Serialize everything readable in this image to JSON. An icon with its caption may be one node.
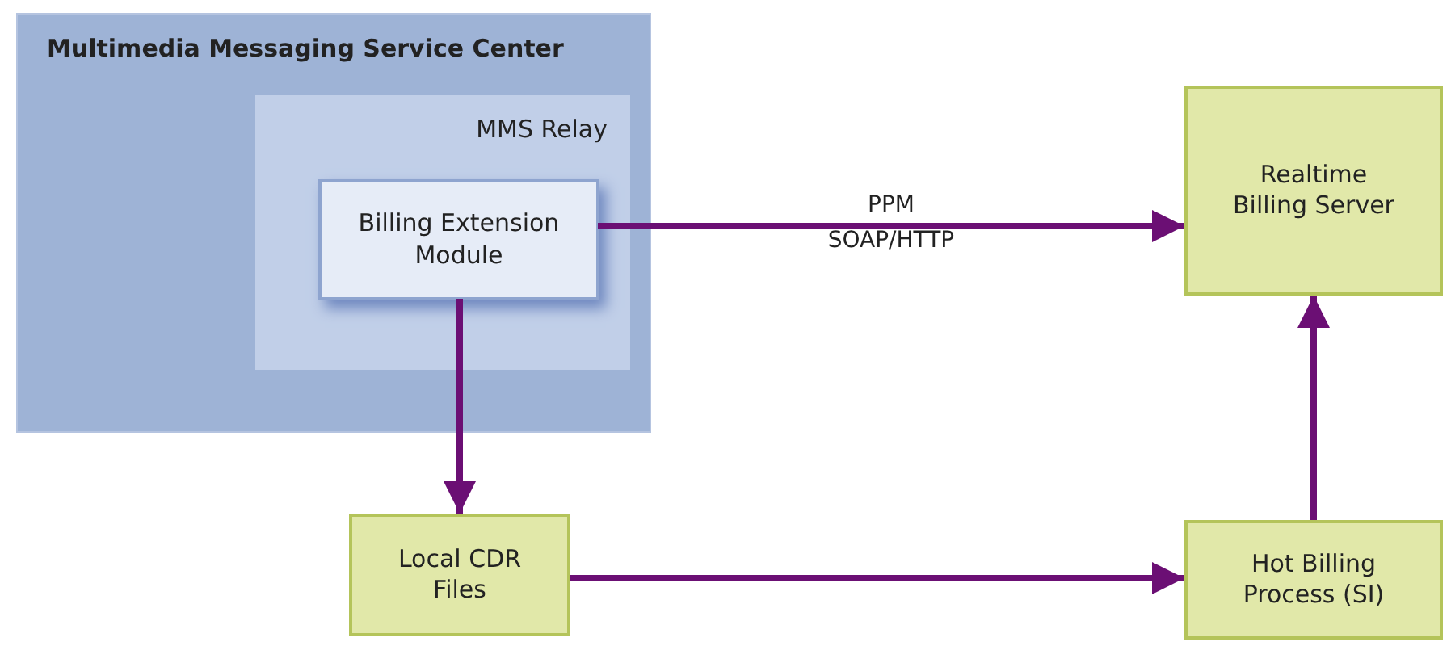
{
  "diagram": {
    "nodes": [
      {
        "text": [
          "Multimedia Messaging Service Center"
        ]
      },
      {
        "text": [
          "MMS Relay"
        ],
        "in": 0
      },
      {
        "text": [
          "Billing Extension Module"
        ],
        "in": 1
      },
      {
        "text": [
          "Realtime Billing Server"
        ]
      },
      {
        "text": [
          "Local CDR Files"
        ]
      },
      {
        "text": [
          "Hot Billing Process (SI)"
        ]
      }
    ],
    "edges": [
      {
        "from": 2,
        "to": 3,
        "arrow": "to",
        "label": "PPM SOAP/HTTP"
      },
      {
        "from": 2,
        "to": 4,
        "arrow": "to"
      },
      {
        "from": 4,
        "to": 5,
        "arrow": "to"
      },
      {
        "from": 5,
        "to": 3,
        "arrow": "to"
      }
    ]
  }
}
